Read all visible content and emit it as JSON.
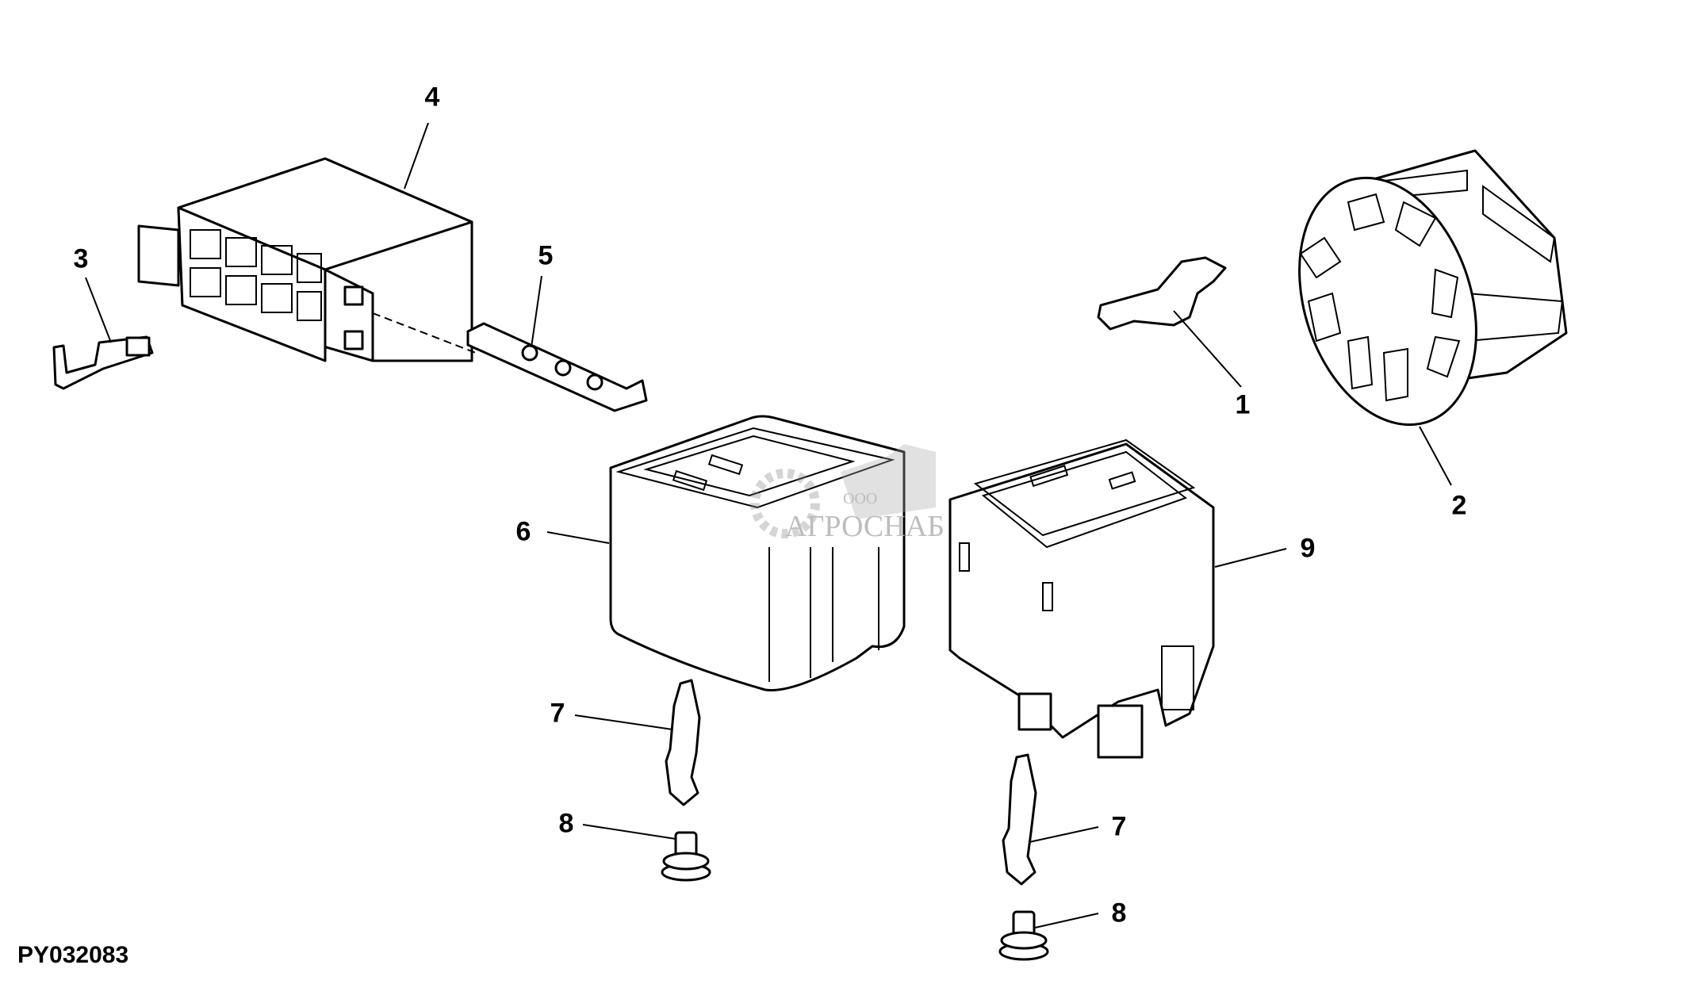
{
  "figure_id": "PY032083",
  "watermark": {
    "prefix": "ООО",
    "name": "АГРОСНАБ"
  },
  "callouts": [
    {
      "number": "1",
      "part": "terminal"
    },
    {
      "number": "2",
      "part": "round-connector-housing"
    },
    {
      "number": "3",
      "part": "terminal"
    },
    {
      "number": "4",
      "part": "8-way-connector-housing"
    },
    {
      "number": "5",
      "part": "locking-wedge"
    },
    {
      "number": "6",
      "part": "relay-connector-cover"
    },
    {
      "number": "7",
      "part": "terminal"
    },
    {
      "number": "8",
      "part": "seal"
    },
    {
      "number": "9",
      "part": "relay-connector-housing"
    },
    {
      "number": "7",
      "part": "terminal"
    },
    {
      "number": "8",
      "part": "seal"
    }
  ],
  "colors": {
    "line": "#000000",
    "background": "#ffffff",
    "watermark": "#bdbdbd"
  }
}
